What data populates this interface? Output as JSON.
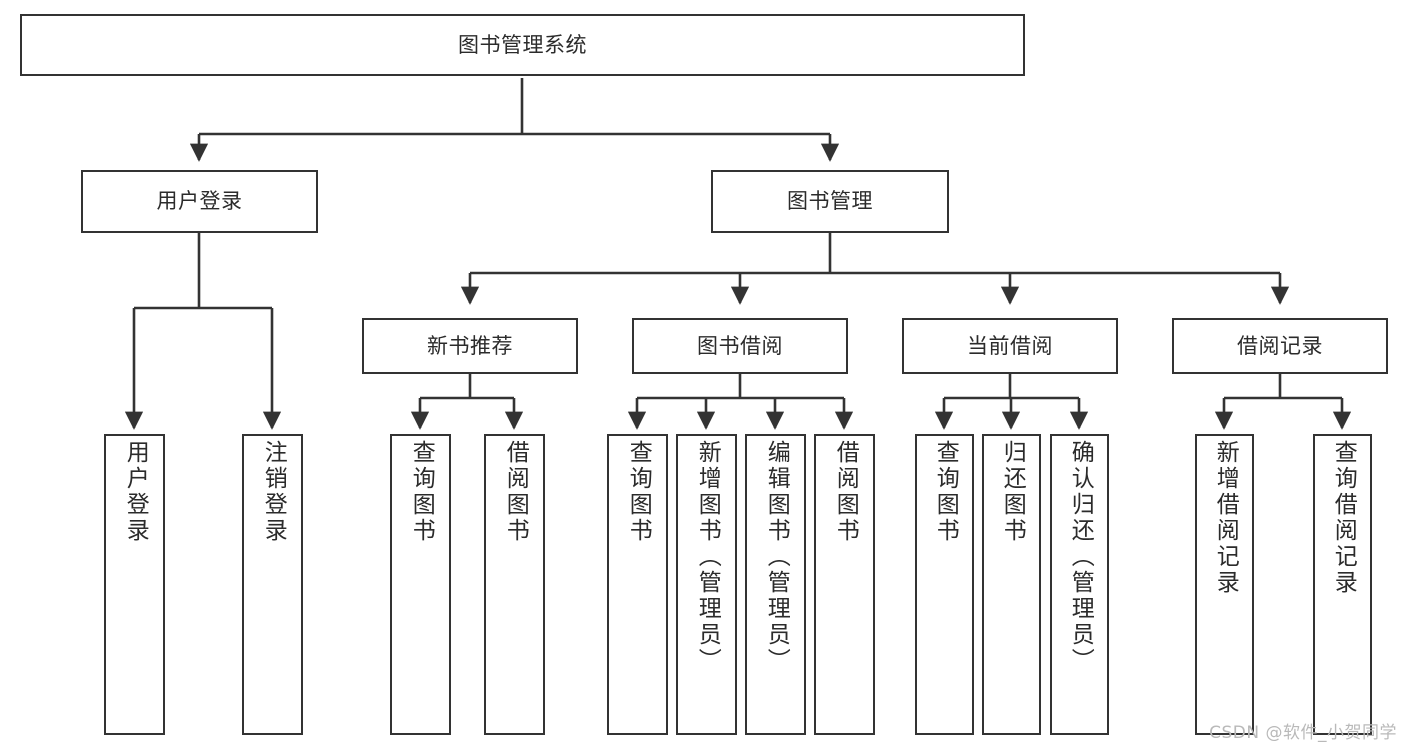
{
  "diagram": {
    "type": "tree",
    "title": "图书管理系统",
    "style": {
      "box_fill": "#ffffff",
      "box_stroke": "#333333",
      "text_color": "#2b2b2b",
      "edge_color": "#333333",
      "background": "#ffffff",
      "watermark_color": "#b9b9b9"
    },
    "nodes": {
      "root": {
        "label": "图书管理系统"
      },
      "level1": [
        {
          "id": "user_login",
          "label": "用户登录"
        },
        {
          "id": "book_mgmt",
          "label": "图书管理"
        }
      ],
      "level2": [
        {
          "id": "new_book_rec",
          "label": "新书推荐"
        },
        {
          "id": "book_borrow",
          "label": "图书借阅"
        },
        {
          "id": "current_borrow",
          "label": "当前借阅"
        },
        {
          "id": "borrow_record",
          "label": "借阅记录"
        }
      ],
      "leaves": {
        "user_login": [
          {
            "id": "leaf_login",
            "label": "用户登录"
          },
          {
            "id": "leaf_logout",
            "label": "注销登录"
          }
        ],
        "new_book_rec": [
          {
            "id": "leaf_query_book_1",
            "label": "查询图书"
          },
          {
            "id": "leaf_borrow_book_1",
            "label": "借阅图书"
          }
        ],
        "book_borrow": [
          {
            "id": "leaf_query_book_2",
            "label": "查询图书"
          },
          {
            "id": "leaf_add_book",
            "label": "新增图书（管理员）"
          },
          {
            "id": "leaf_edit_book",
            "label": "编辑图书（管理员）"
          },
          {
            "id": "leaf_borrow_book_2",
            "label": "借阅图书"
          }
        ],
        "current_borrow": [
          {
            "id": "leaf_query_book_3",
            "label": "查询图书"
          },
          {
            "id": "leaf_return_book",
            "label": "归还图书"
          },
          {
            "id": "leaf_confirm_return",
            "label": "确认归还（管理员）"
          }
        ],
        "borrow_record": [
          {
            "id": "leaf_add_record",
            "label": "新增借阅记录"
          },
          {
            "id": "leaf_query_record",
            "label": "查询借阅记录"
          }
        ]
      }
    },
    "watermark": "CSDN @软件_小贺同学"
  }
}
